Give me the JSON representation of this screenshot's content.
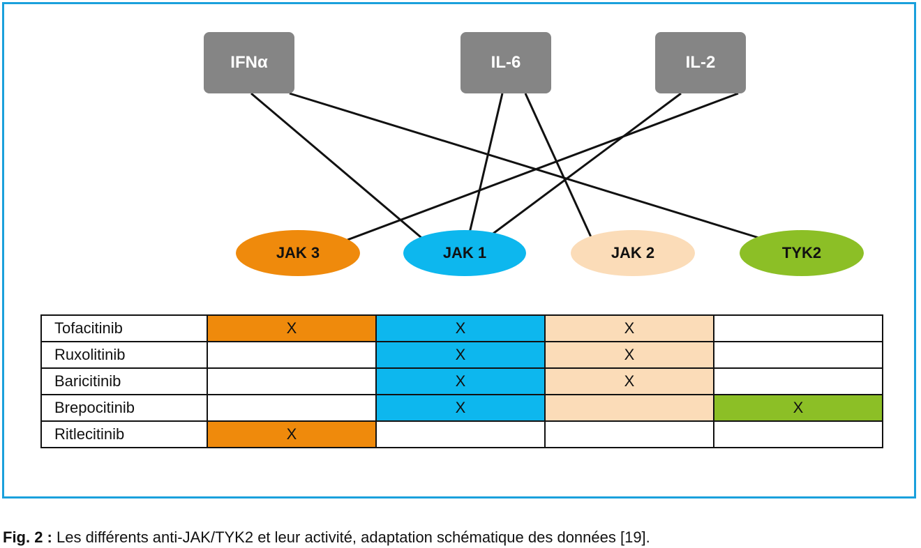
{
  "cytokines": [
    {
      "id": "ifna",
      "label": "IFNα"
    },
    {
      "id": "il6",
      "label": "IL-6"
    },
    {
      "id": "il2",
      "label": "IL-2"
    }
  ],
  "kinases": [
    {
      "id": "jak3",
      "label": "JAK 3",
      "color": "#ef8a0c"
    },
    {
      "id": "jak1",
      "label": "JAK 1",
      "color": "#0db7ee"
    },
    {
      "id": "jak2",
      "label": "JAK 2",
      "color": "#fbdcb8"
    },
    {
      "id": "tyk2",
      "label": "TYK2",
      "color": "#8cbf26"
    }
  ],
  "connections": [
    {
      "from": "ifna",
      "to": "jak1"
    },
    {
      "from": "ifna",
      "to": "tyk2"
    },
    {
      "from": "il6",
      "to": "jak1"
    },
    {
      "from": "il6",
      "to": "jak2"
    },
    {
      "from": "il2",
      "to": "jak3"
    },
    {
      "from": "il2",
      "to": "jak1"
    }
  ],
  "table": {
    "columns": [
      "JAK 3",
      "JAK 1",
      "JAK 2",
      "TYK2"
    ],
    "mark": "X",
    "rows": [
      {
        "drug": "Tofacitinib",
        "targets": [
          true,
          true,
          true,
          false
        ]
      },
      {
        "drug": "Ruxolitinib",
        "targets": [
          false,
          true,
          true,
          false
        ]
      },
      {
        "drug": "Baricitinib",
        "targets": [
          false,
          true,
          true,
          false
        ]
      },
      {
        "drug": "Brepocitinib",
        "targets": [
          false,
          true,
          false,
          true
        ]
      },
      {
        "drug": "Ritlecitinib",
        "targets": [
          true,
          false,
          false,
          false
        ]
      }
    ],
    "fill": [
      [
        "#ef8a0c",
        "#0db7ee",
        "#fbdcb8",
        "#ffffff"
      ],
      [
        "#ffffff",
        "#0db7ee",
        "#fbdcb8",
        "#ffffff"
      ],
      [
        "#ffffff",
        "#0db7ee",
        "#fbdcb8",
        "#ffffff"
      ],
      [
        "#ffffff",
        "#0db7ee",
        "#fbdcb8",
        "#8cbf26"
      ],
      [
        "#ef8a0c",
        "#ffffff",
        "#ffffff",
        "#ffffff"
      ]
    ]
  },
  "caption": {
    "label": "Fig. 2 :",
    "text": "Les différents anti-JAK/TYK2 et leur activité, adaptation schématique des données [19]."
  },
  "colors": {
    "border": "#1aa0dc",
    "cytokine_box": "#858585"
  }
}
